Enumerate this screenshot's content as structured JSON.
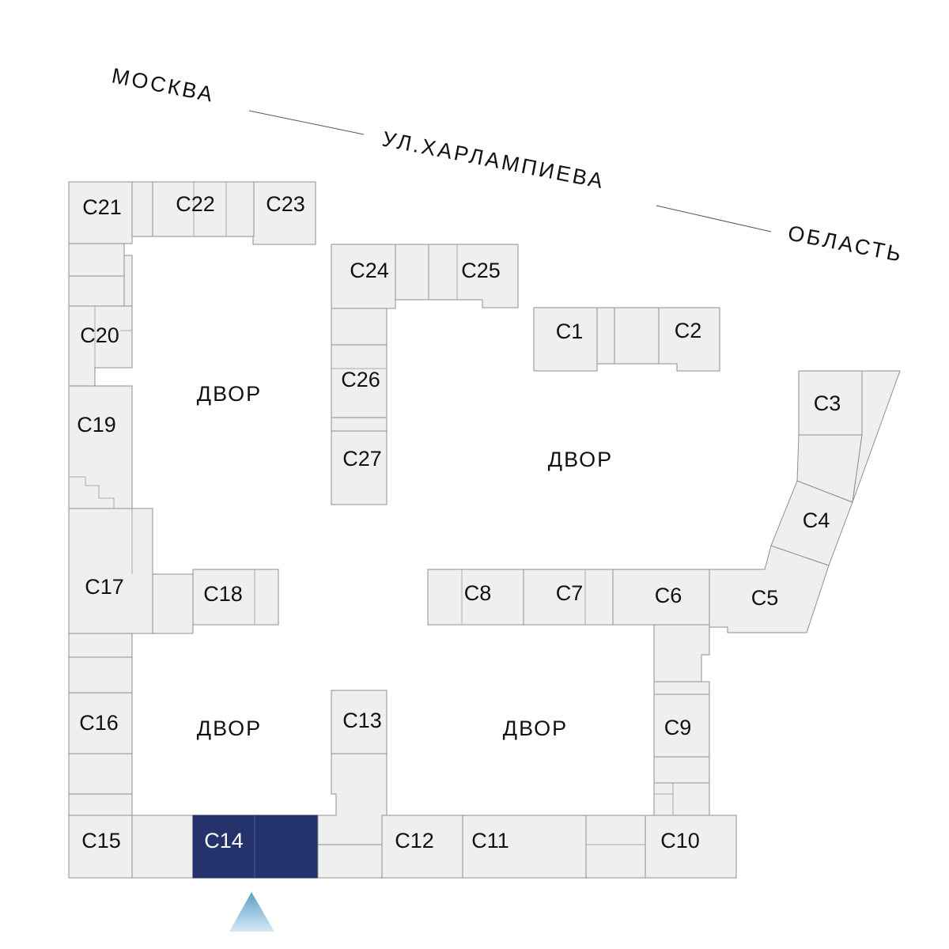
{
  "street_labels": {
    "moscow": "МОСКВА",
    "street": "УЛ.ХАРЛАМПИЕВА",
    "region": "ОБЛАСТЬ"
  },
  "courtyards": [
    "ДВОР",
    "ДВОР",
    "ДВОР",
    "ДВОР"
  ],
  "sections": {
    "c1": "С1",
    "c2": "С2",
    "c3": "С3",
    "c4": "С4",
    "c5": "С5",
    "c6": "С6",
    "c7": "С7",
    "c8": "С8",
    "c9": "С9",
    "c10": "С10",
    "c11": "С11",
    "c12": "С12",
    "c13": "С13",
    "c14": "С14",
    "c15": "С15",
    "c16": "С16",
    "c17": "С17",
    "c18": "С18",
    "c19": "С19",
    "c20": "С20",
    "c21": "С21",
    "c22": "С22",
    "c23": "С23",
    "c24": "С24",
    "c25": "С25",
    "c26": "С26",
    "c27": "С27"
  },
  "selected_section": "С14",
  "colors": {
    "building_fill": "#efefef",
    "building_stroke": "#8f8f8f",
    "selected_fill": "#24336c",
    "pointer_top": "#b9d9ec",
    "pointer_bottom": "#5c9fc9"
  }
}
